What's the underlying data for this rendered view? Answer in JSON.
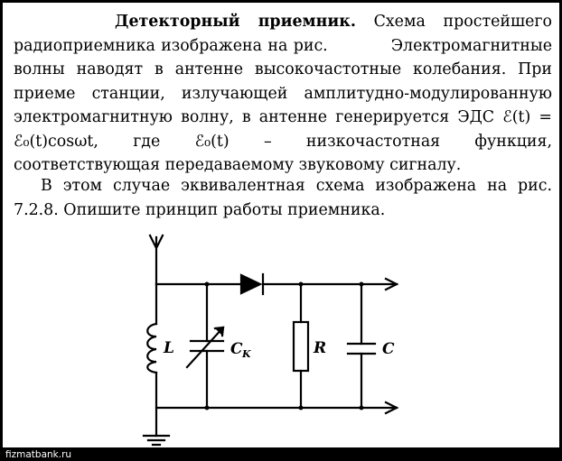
{
  "text": {
    "title": "Детекторный приемник.",
    "p1_part1": "Схема простейшего радиоприемника изображена на рис.",
    "p1_part2": "Электромагнитные волны наводят в антенне высокочастотные колебания. При приеме станции, излучающей амплитудно-модулированную электромагнитную волну, в антенне генерируется ЭДС",
    "emf_formula": "ℰ(t) = ℰ₀(t)cosωt",
    "where_word": "где",
    "emf_symbol": "ℰ₀(t)",
    "p1_part3": "– низкочастотная функция, соответствующая передаваемому звуковому сигналу.",
    "p2": "В этом случае эквивалентная схема изображена на рис. 7.2.8. Опишите принцип работы приемника."
  },
  "figure": {
    "labels": {
      "L": "L",
      "C_main": "C",
      "C_sub": "K",
      "R": "R",
      "C": "C"
    }
  },
  "footer": {
    "watermark": "fizmatbank.ru"
  }
}
